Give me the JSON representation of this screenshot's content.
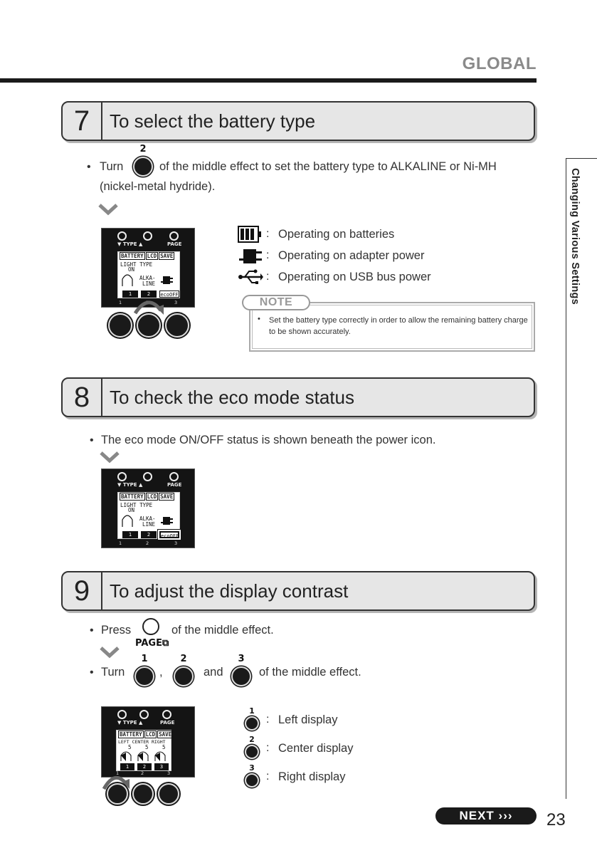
{
  "header": {
    "title": "GLOBAL"
  },
  "side_tab": {
    "label": "Changing Various Settings"
  },
  "steps": [
    {
      "number": "7",
      "title": "To select the battery type"
    },
    {
      "number": "8",
      "title": "To check the eco mode status"
    },
    {
      "number": "9",
      "title": "To adjust the display contrast"
    }
  ],
  "step7": {
    "bullet": "•",
    "turn": "Turn",
    "knob_label": "2",
    "text_after": "of the middle effect to set the battery type to ALKALINE or Ni-MH",
    "text_line2": "(nickel-metal hydride).",
    "legend": [
      {
        "icon": "battery-icon",
        "colon": ":",
        "text": "Operating on batteries"
      },
      {
        "icon": "adapter-plug-icon",
        "colon": ":",
        "text": "Operating on adapter power"
      },
      {
        "icon": "usb-icon",
        "colon": ":",
        "text": "Operating on USB bus power"
      }
    ],
    "note": {
      "tag": "NOTE",
      "bullet": "•",
      "text": "Set the battery type correctly in order to allow the remaining battery charge to be shown accurately."
    }
  },
  "step8": {
    "bullet": "•",
    "text": "The eco mode ON/OFF status is shown beneath the power icon."
  },
  "step9": {
    "bullet1": "•",
    "press": "Press",
    "page_label": "PAGE",
    "press_after": "of the middle effect.",
    "bullet2": "•",
    "turn": "Turn",
    "knob_labels": [
      "1",
      "2",
      "3"
    ],
    "comma": ",",
    "and": "and",
    "turn_after": "of the middle effect.",
    "legend": [
      {
        "knob": "1",
        "colon": ":",
        "text": "Left display"
      },
      {
        "knob": "2",
        "colon": ":",
        "text": "Center display"
      },
      {
        "knob": "3",
        "colon": ":",
        "text": "Right display"
      }
    ]
  },
  "lcd": {
    "type_label": "TYPE",
    "page_label": "PAGE",
    "tabs": [
      "BATTERY",
      "LCD",
      "SAVE"
    ],
    "light_type": "LIGHT  TYPE",
    "on": "ON",
    "alka": "ALKA-",
    "line": "LINE",
    "foot": [
      "1",
      "2",
      "ecoOFF"
    ],
    "knob_nums": [
      "1",
      "2",
      "3"
    ],
    "contrast_header": "LEFT CENTER RIGHT",
    "contrast_values": [
      "5",
      "5",
      "5"
    ],
    "contrast_foot": [
      "1",
      "2",
      "3"
    ]
  },
  "footer": {
    "next": "NEXT  ›››",
    "page_number": "23"
  }
}
